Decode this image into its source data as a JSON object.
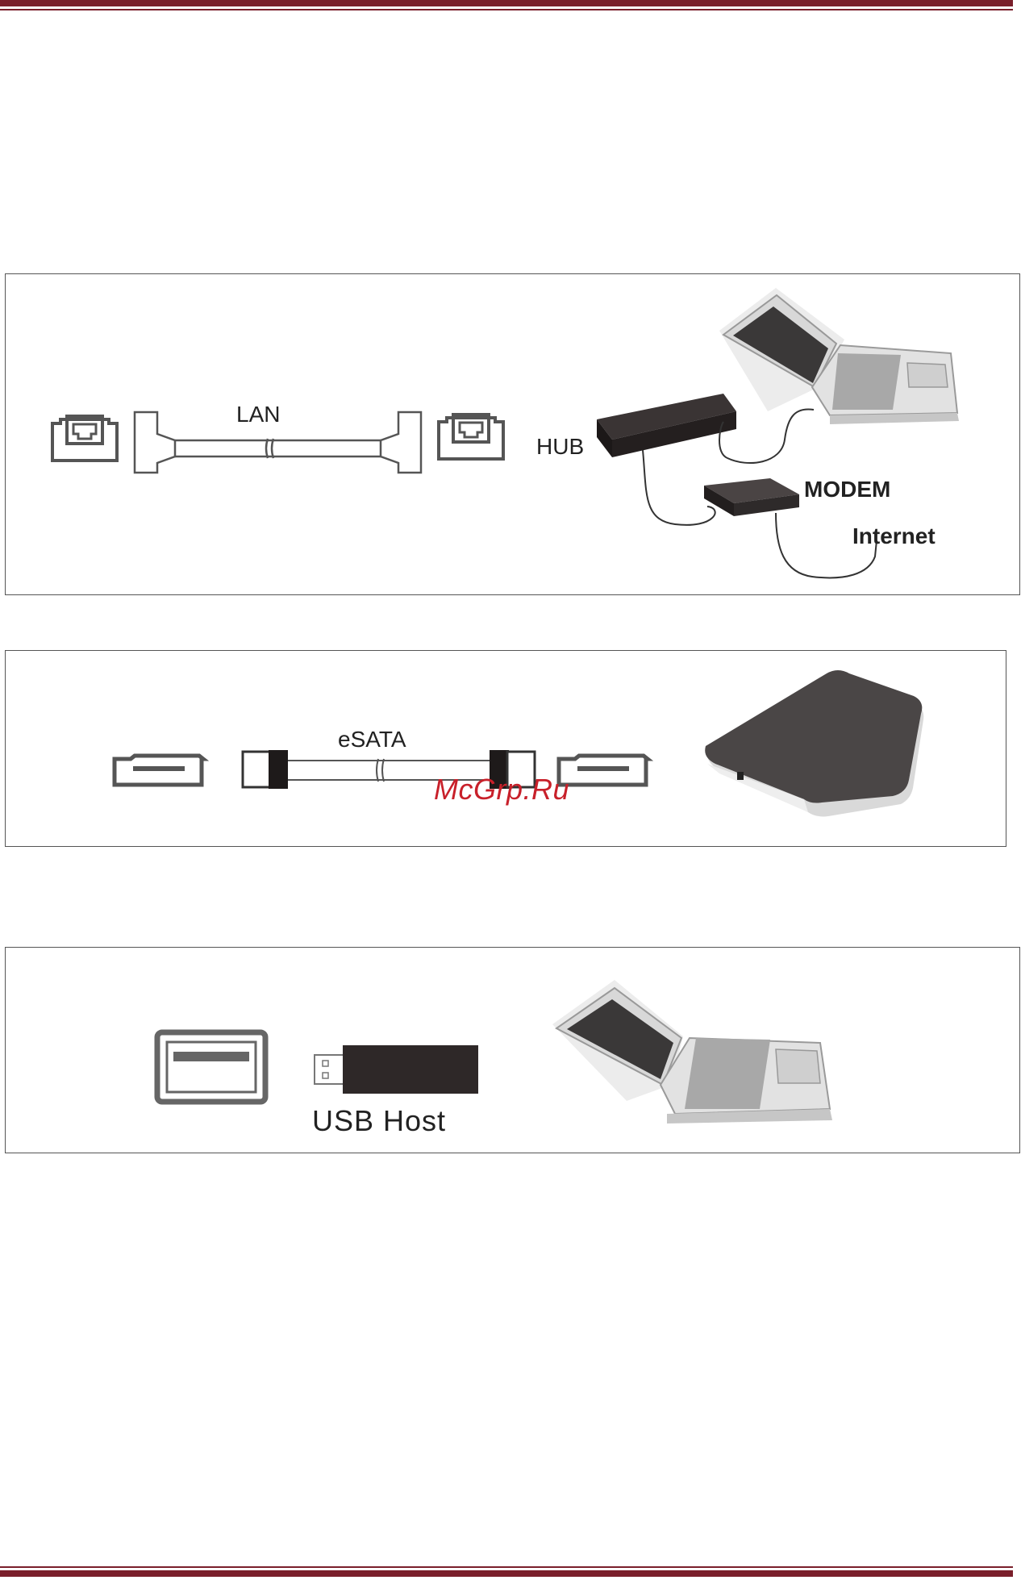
{
  "lan_panel": {
    "cable_label": "LAN",
    "hub_label": "HUB",
    "modem_label": "MODEM",
    "internet_label": "Internet"
  },
  "esata_panel": {
    "cable_label": "eSATA"
  },
  "usb_panel": {
    "device_label": "USB Host"
  },
  "watermark": "McGrp.Ru",
  "colors": {
    "rule": "#7a1f2b",
    "device_dark": "#2e2a2a",
    "watermark": "#c8202a"
  }
}
